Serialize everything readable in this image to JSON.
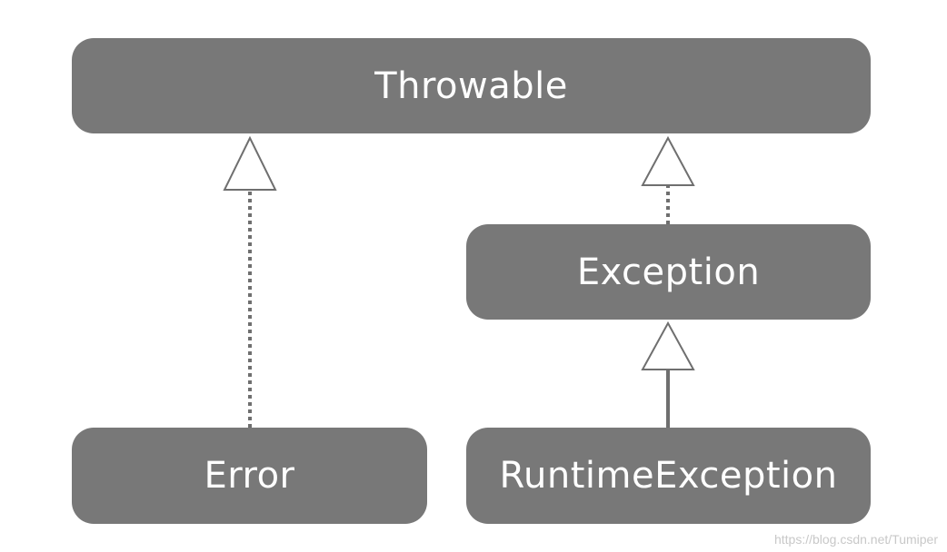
{
  "diagram": {
    "nodes": {
      "throwable": "Throwable",
      "exception": "Exception",
      "error": "Error",
      "runtime_exception": "RuntimeException"
    },
    "edges": [
      {
        "from": "error",
        "to": "throwable",
        "style": "dotted",
        "arrow": "hollow-triangle"
      },
      {
        "from": "exception",
        "to": "throwable",
        "style": "dotted",
        "arrow": "hollow-triangle"
      },
      {
        "from": "runtime_exception",
        "to": "exception",
        "style": "solid",
        "arrow": "hollow-triangle"
      }
    ],
    "colors": {
      "box_fill": "#787878",
      "box_text": "#ffffff",
      "connector": "#6f6f6f"
    }
  },
  "watermark": "https://blog.csdn.net/Tumiper"
}
